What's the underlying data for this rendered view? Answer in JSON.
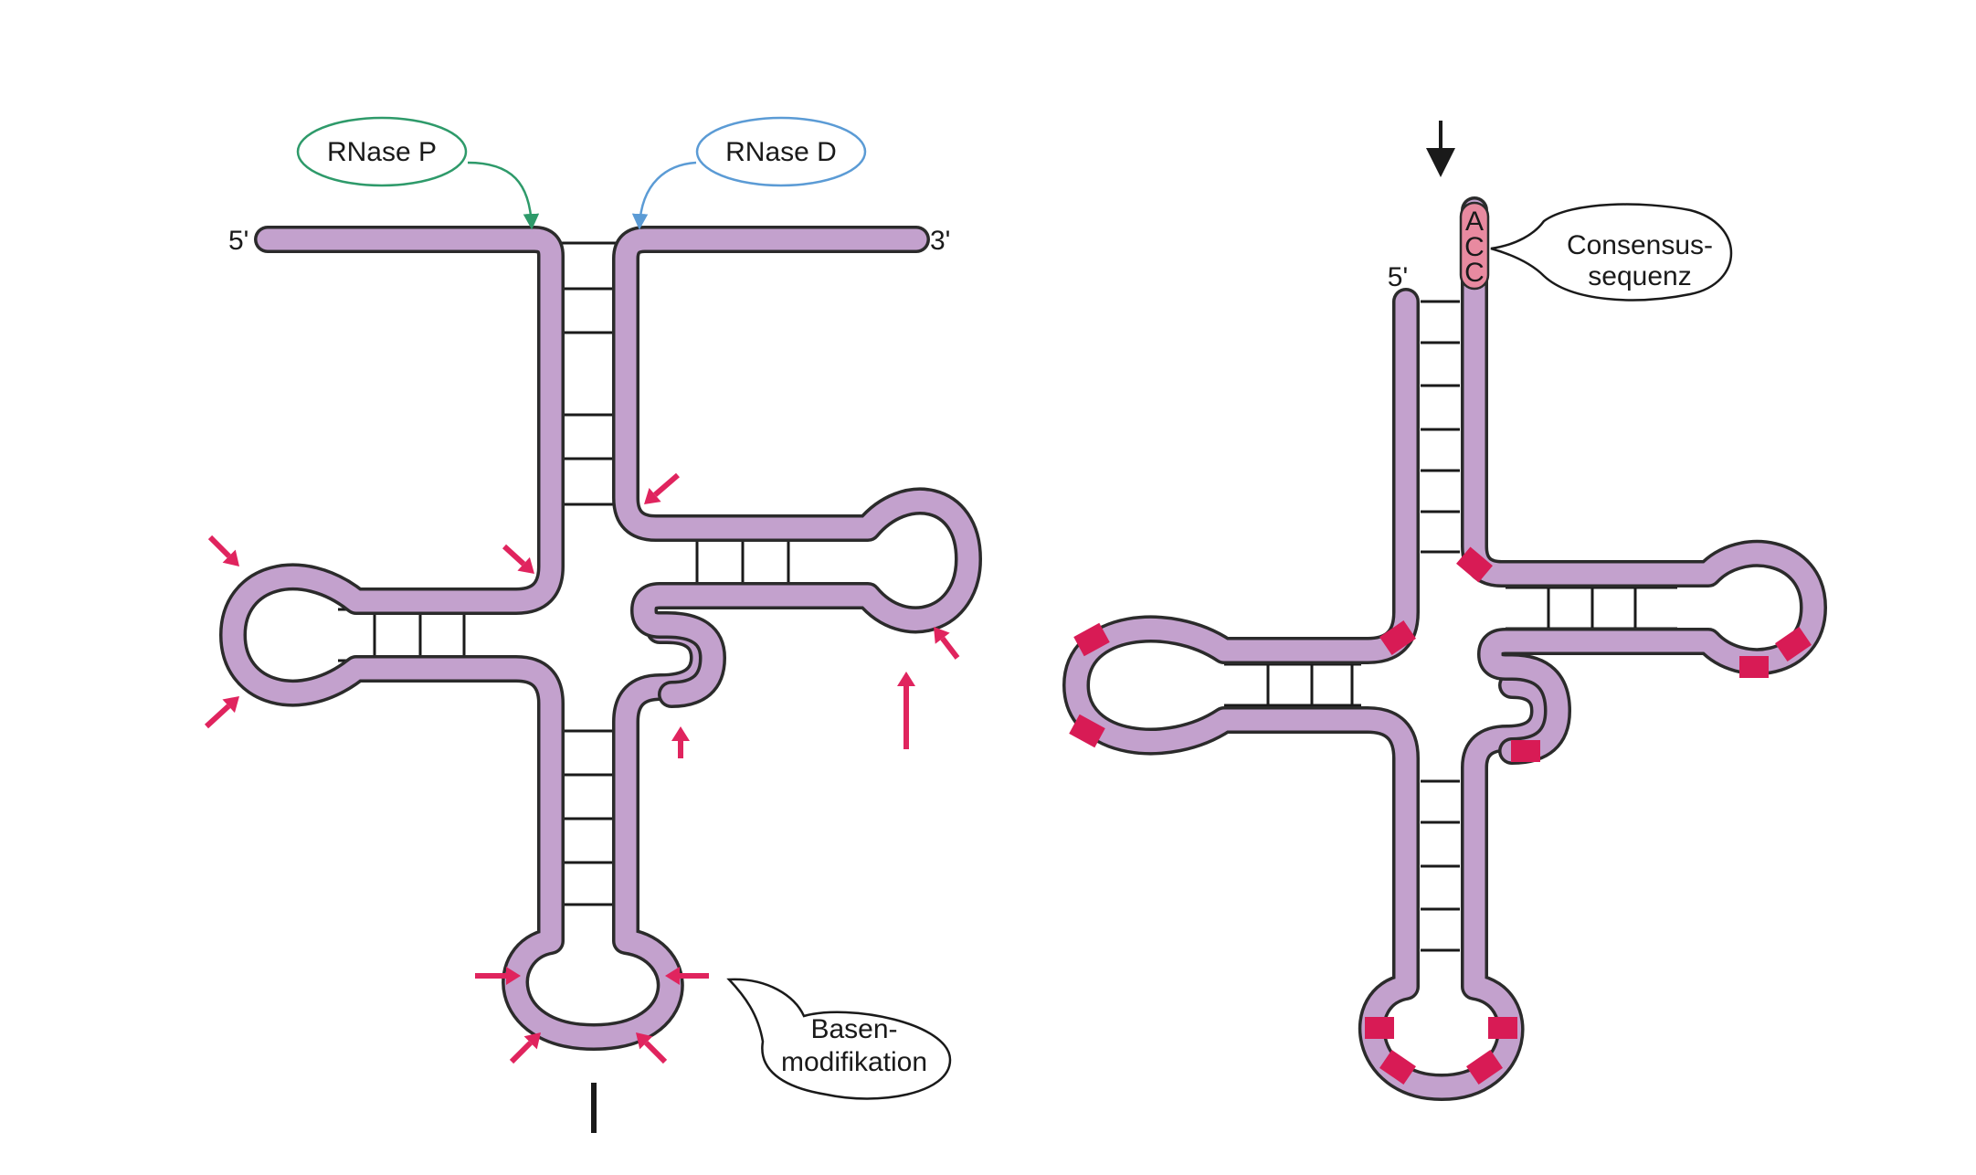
{
  "labels": {
    "five_prime_left": "5'",
    "three_prime_left": "3'",
    "five_prime_right": "5'",
    "rnase_p": "RNase P",
    "rnase_d": "RNase D",
    "consensus_line1": "Consensus-",
    "consensus_line2": "sequenz",
    "acc_a": "A",
    "acc_c1": "C",
    "acc_c2": "C",
    "basen_line1": "Basen-",
    "basen_line2": "modifikation"
  },
  "colors": {
    "strand_fill": "#c3a1cd",
    "strand_outline": "#2b2b2b",
    "arrow_pink": "#e0245e",
    "modification_red": "#d81b55",
    "acc_fill": "#e88aa0",
    "rnase_p_outline": "#2e9a6a",
    "rnase_d_outline": "#5b9bd5"
  }
}
